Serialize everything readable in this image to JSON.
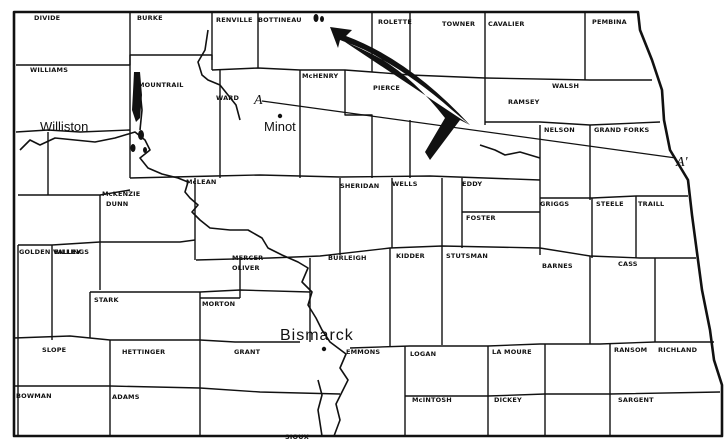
{
  "cities": [
    {
      "key": "williston",
      "name": "Williston"
    },
    {
      "key": "minot",
      "name": "Minot"
    },
    {
      "key": "bismarck",
      "name": "Bismarck"
    }
  ],
  "section_line": {
    "start_label": "A",
    "end_label": "A'"
  },
  "counties": [
    "DIVIDE",
    "BURKE",
    "RENVILLE",
    "BOTTINEAU",
    "ROLETTE",
    "TOWNER",
    "CAVALIER",
    "PEMBINA",
    "WILLIAMS",
    "MOUNTRAIL",
    "WARD",
    "McHENRY",
    "PIERCE",
    "RAMSEY",
    "WALSH",
    "NELSON",
    "GRAND FORKS",
    "McKENZIE",
    "DUNN",
    "McLEAN",
    "SHERIDAN",
    "WELLS",
    "EDDY",
    "FOSTER",
    "GRIGGS",
    "STEELE",
    "TRAILL",
    "GOLDEN VALLEY",
    "BILLINGS",
    "MERCER",
    "OLIVER",
    "BURLEIGH",
    "KIDDER",
    "STUTSMAN",
    "BARNES",
    "CASS",
    "STARK",
    "MORTON",
    "GRANT",
    "SLOPE",
    "HETTINGER",
    "EMMONS",
    "LOGAN",
    "LA MOURE",
    "RANSOM",
    "RICHLAND",
    "BOWMAN",
    "ADAMS",
    "McINTOSH",
    "DICKEY",
    "SARGENT",
    "SIOUX"
  ]
}
